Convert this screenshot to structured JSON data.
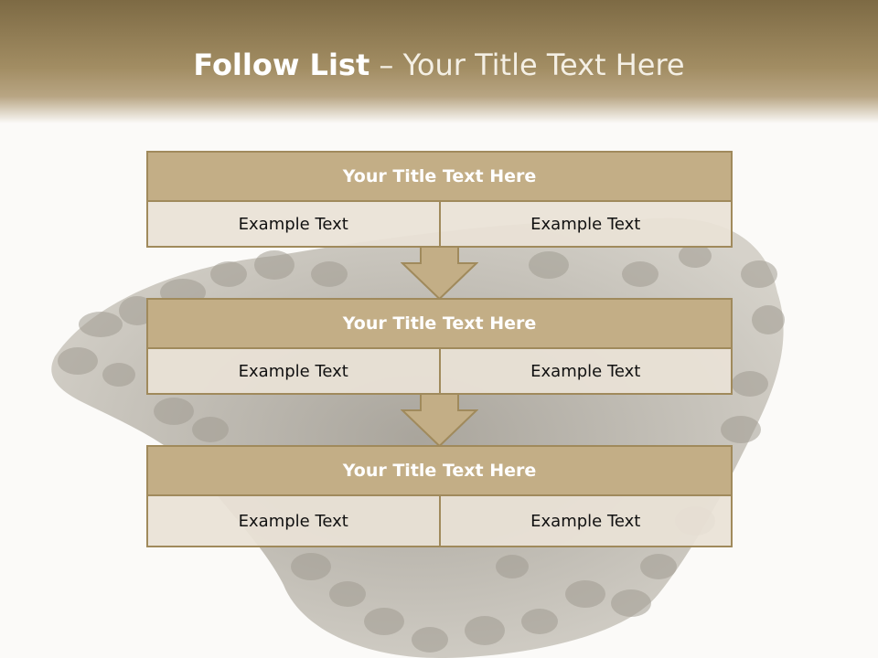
{
  "slide": {
    "title_bold": "Follow List",
    "title_rest": " – Your Title Text Here"
  },
  "steps": [
    {
      "title": "Your Title Text Here",
      "left": "Example Text",
      "right": "Example Text"
    },
    {
      "title": "Your Title Text Here",
      "left": "Example Text",
      "right": "Example Text"
    },
    {
      "title": "Your Title Text Here",
      "left": "Example Text",
      "right": "Example Text"
    }
  ],
  "colors": {
    "header_dark": "#7d6a44",
    "block_fill": "#c3ae86",
    "block_border": "#a08a5c",
    "cell_fill": "#e9e2d6"
  }
}
